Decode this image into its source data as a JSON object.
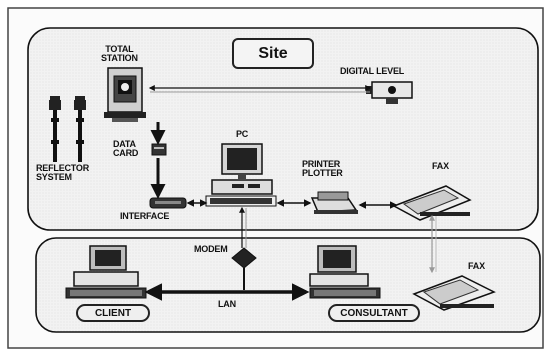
{
  "diagram": {
    "site_label": "Site",
    "total_station_label": "TOTAL\nSTATION",
    "digital_level_label": "DIGITAL LEVEL",
    "reflector_system_label": "REFLECTOR\nSYSTEM",
    "data_card_label": "DATA\nCARD",
    "interface_label": "INTERFACE",
    "pc_label": "PC",
    "printer_plotter_label": "PRINTER\nPLOTTER",
    "fax_site_label": "FAX",
    "modem_label": "MODEM",
    "lan_label": "LAN",
    "fax_office_label": "FAX",
    "client_label": "CLIENT",
    "consultant_label": "CONSULTANT"
  }
}
